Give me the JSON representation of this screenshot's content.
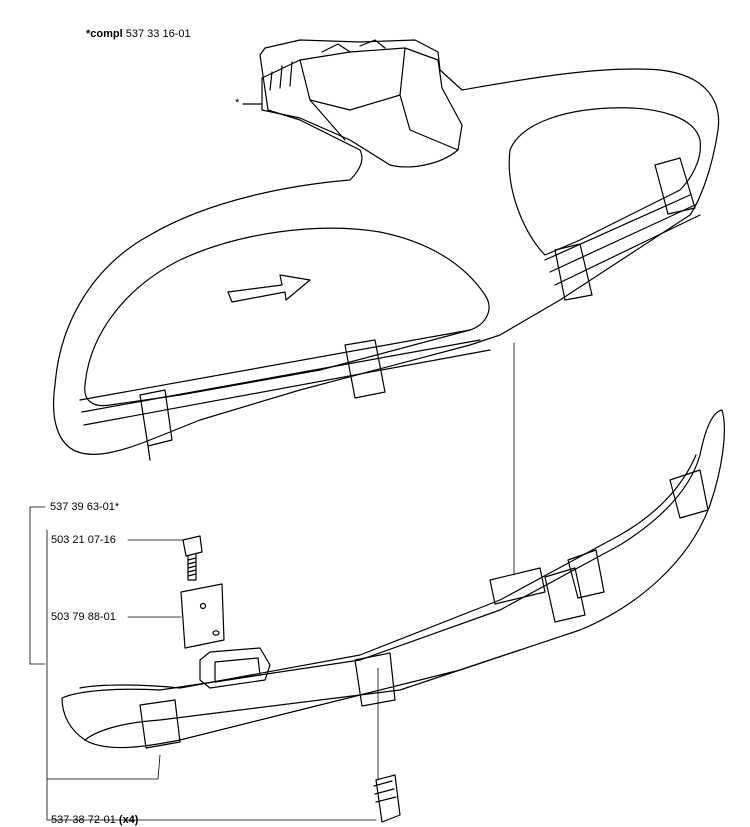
{
  "header": {
    "prefix": "*compl",
    "number": "537 33 16-01"
  },
  "callouts": {
    "asterisk_marker": "*",
    "guard_kit": "537 39 63-01*",
    "screw": "503 21 07-16",
    "plate": "503 79 88-01",
    "clip_number": "537 38 72-01",
    "clip_qty": "(x4)"
  },
  "colors": {
    "stroke": "#000000",
    "background": "#ffffff"
  }
}
